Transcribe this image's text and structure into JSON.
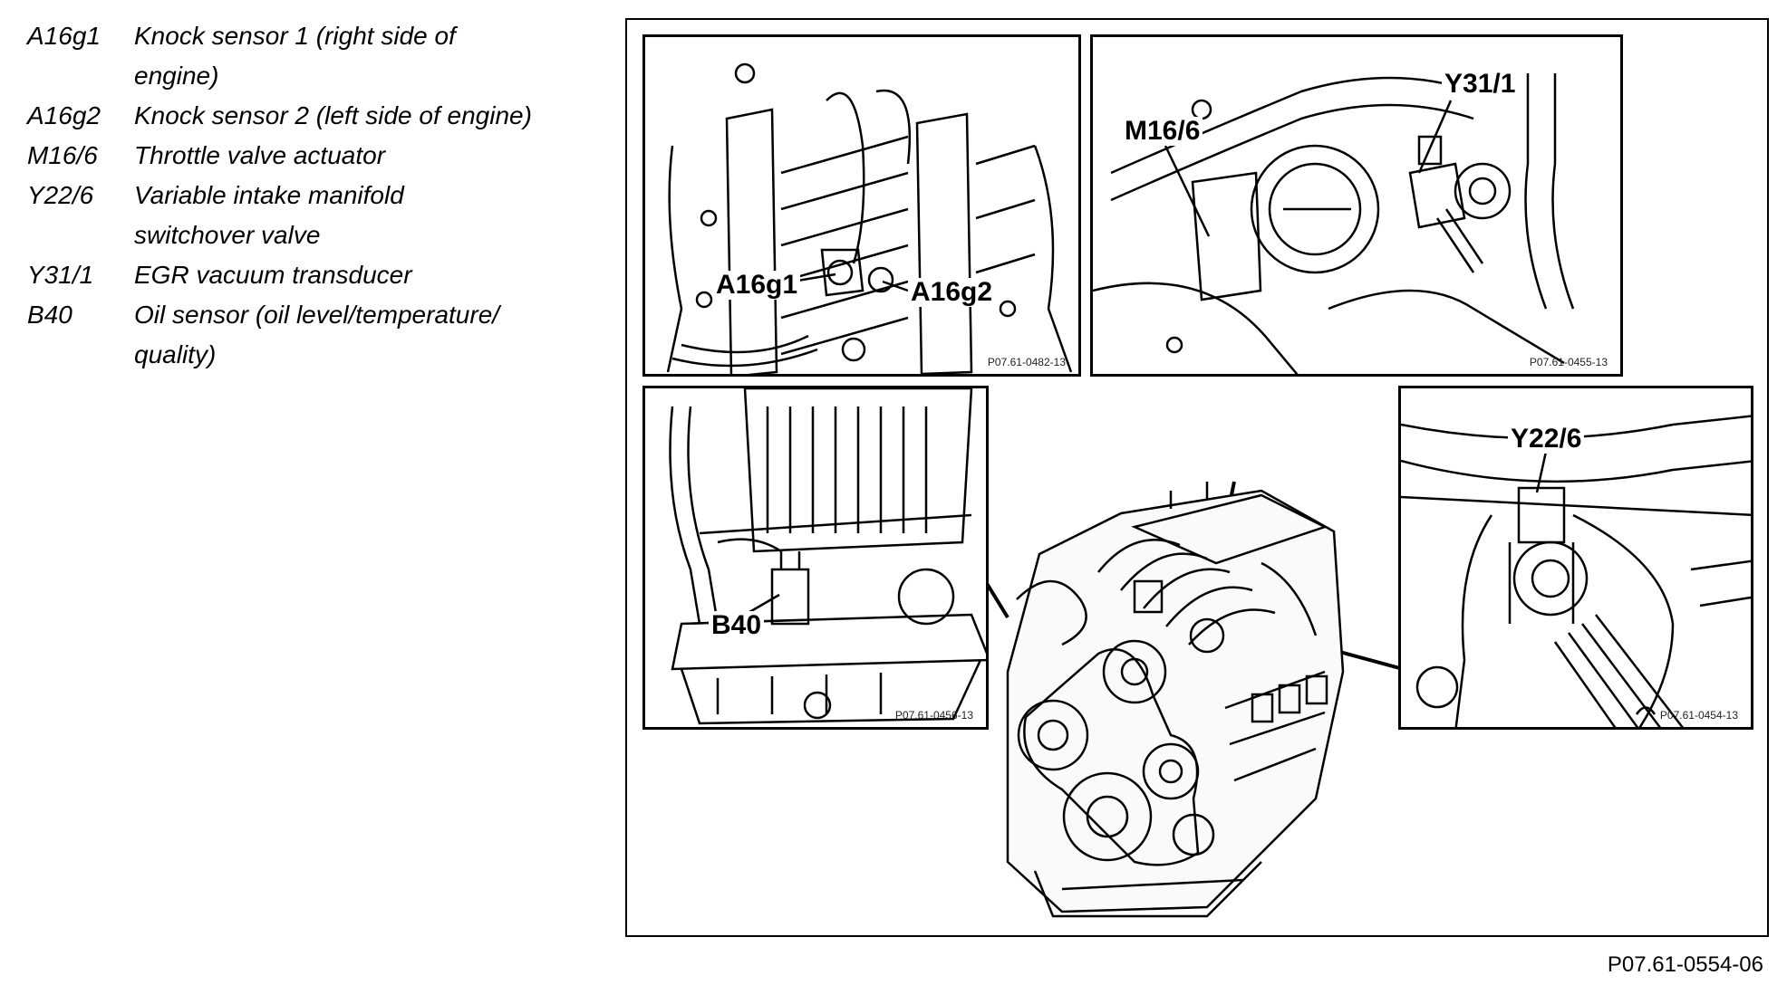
{
  "legend": [
    {
      "code": "A16g1",
      "desc_lines": [
        "Knock sensor 1 (right side of",
        "engine)"
      ]
    },
    {
      "code": "A16g2",
      "desc_lines": [
        "Knock sensor 2 (left side of engine)"
      ]
    },
    {
      "code": "M16/6",
      "desc_lines": [
        "Throttle valve actuator"
      ]
    },
    {
      "code": "Y22/6",
      "desc_lines": [
        "Variable intake manifold",
        "switchover valve"
      ]
    },
    {
      "code": "Y31/1",
      "desc_lines": [
        "EGR vacuum transducer"
      ]
    },
    {
      "code": "B40",
      "desc_lines": [
        "Oil sensor (oil level/temperature/",
        "quality)"
      ]
    }
  ],
  "panels": {
    "top_left": {
      "ref": "P07.61-0482-13",
      "callouts": [
        "A16g1",
        "A16g2"
      ]
    },
    "top_right": {
      "ref": "P07.61-0455-13",
      "callouts": [
        "M16/6",
        "Y31/1"
      ]
    },
    "bottom_left": {
      "ref": "P07.61-0456-13",
      "callouts": [
        "B40"
      ]
    },
    "bottom_right": {
      "ref": "P07.61-0454-13",
      "callouts": [
        "Y22/6"
      ]
    }
  },
  "figure_id": "P07.61-0554-06"
}
